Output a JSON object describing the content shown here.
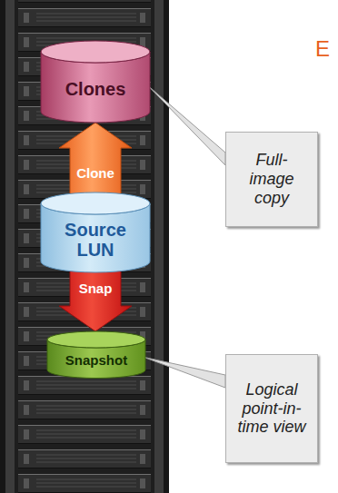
{
  "diagram": {
    "nodes": [
      {
        "text": [
          "Clones"
        ]
      },
      {
        "text": [
          "Full- image copy"
        ]
      },
      {
        "text": [
          "Source LUN"
        ]
      },
      {
        "text": [
          "Snapshot"
        ]
      },
      {
        "text": [
          "Logical point-in- time view"
        ]
      }
    ],
    "edges": [
      {
        "from": 2,
        "to": 0,
        "label": "Clone",
        "arrow": "to"
      },
      {
        "from": 2,
        "to": 3,
        "label": "Snap",
        "arrow": "to"
      },
      {
        "from": 0,
        "to": 1,
        "arrow": "none"
      },
      {
        "from": 3,
        "to": 4,
        "arrow": "none"
      }
    ],
    "labels": [
      "E"
    ]
  }
}
